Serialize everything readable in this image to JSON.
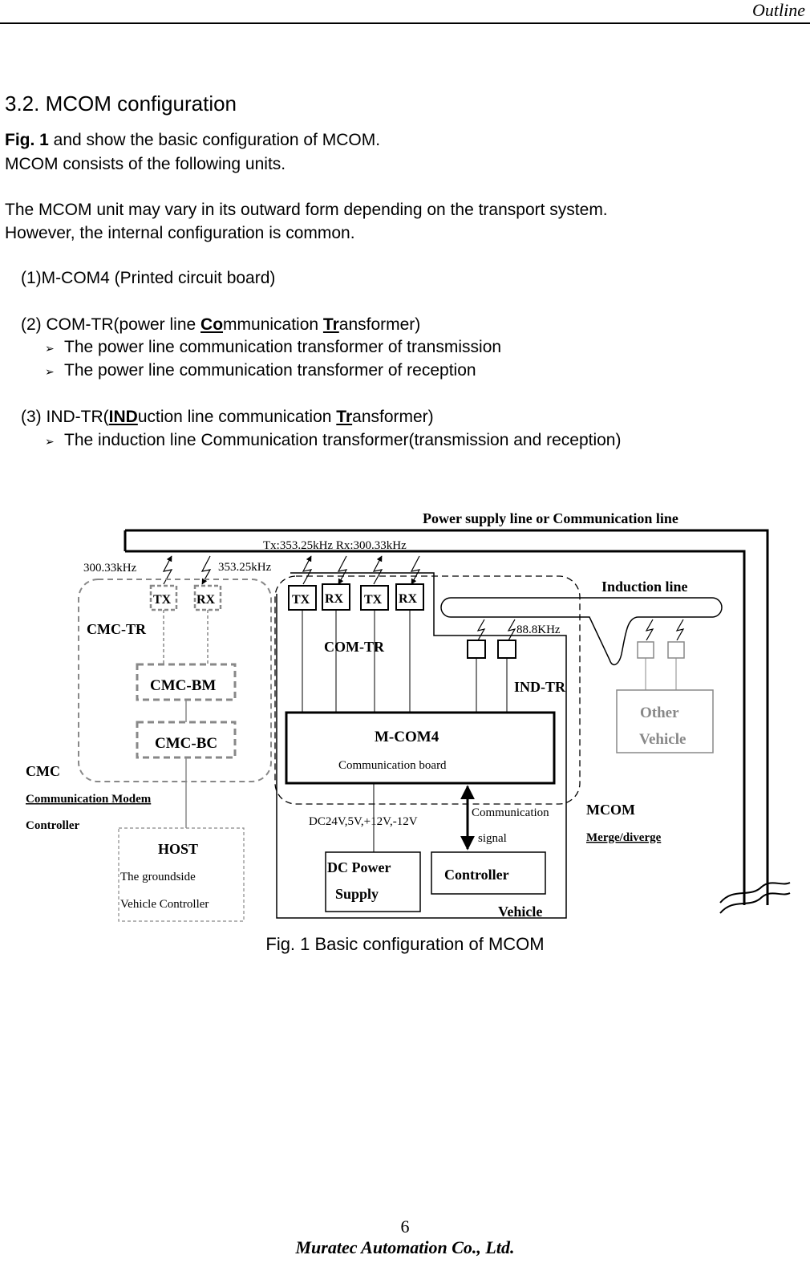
{
  "header": {
    "right": "Outline"
  },
  "section": {
    "title": "3.2. MCOM configuration",
    "intro_bold": "Fig. 1",
    "intro_rest": " and show the basic configuration of MCOM.",
    "line2": "MCOM consists of the following units.",
    "line3": "The MCOM unit may vary in its outward form depending on the transport system.",
    "line4": "However, the internal configuration is common."
  },
  "units": {
    "u1": "(1)M-COM4 (Printed circuit board)",
    "u2": {
      "pre": "(2) COM-TR(power line ",
      "u_a": "Co",
      "mid": "mmunication ",
      "u_b": "Tr",
      "post": "ansformer)"
    },
    "u2_bullets": [
      "The power line communication transformer of transmission",
      "The power line communication transformer of reception"
    ],
    "u3": {
      "pre": "(3) IND-TR(",
      "u_a": "IND",
      "mid": "uction line communication ",
      "u_b": "Tr",
      "post": "ansformer)"
    },
    "u3_bullets": [
      "The induction line Communication transformer(transmission and reception)"
    ]
  },
  "diagram": {
    "power_line": "Power supply line or Communication line",
    "freq_top": "Tx:353.25kHz  Rx:300.33kHz",
    "freq_left1": "300.33kHz",
    "freq_left2": "353.25kHz",
    "tx": "TX",
    "rx": "RX",
    "induction_line": "Induction line",
    "cmc_tr": "CMC-TR",
    "com_tr": "COM-TR",
    "freq_ind": "88.8KHz",
    "ind_tr": "IND-TR",
    "cmc_bm": "CMC-BM",
    "cmc_bc": "CMC-BC",
    "other": "Other",
    "vehicle_other": "Vehicle",
    "mcom4": "M-COM4",
    "mcom4_sub": "Communication board",
    "cmc": "CMC",
    "cmc_desc1": "Communication Modem",
    "cmc_desc2": "Controller",
    "comm1": "Communication",
    "comm2": "signal",
    "dc_volt": "DC24V,5V,+12V,-12V",
    "mcom": "MCOM",
    "merge": "Merge/diverge",
    "host": "HOST",
    "host_d1": "The groundside",
    "host_d2": "Vehicle Controller",
    "dc_power1": "DC Power",
    "dc_power2": "Supply",
    "controller": "Controller",
    "vehicle": "Vehicle"
  },
  "caption": "Fig. 1 Basic configuration of MCOM",
  "page_number": "6",
  "footer": "Muratec Automation Co., Ltd."
}
